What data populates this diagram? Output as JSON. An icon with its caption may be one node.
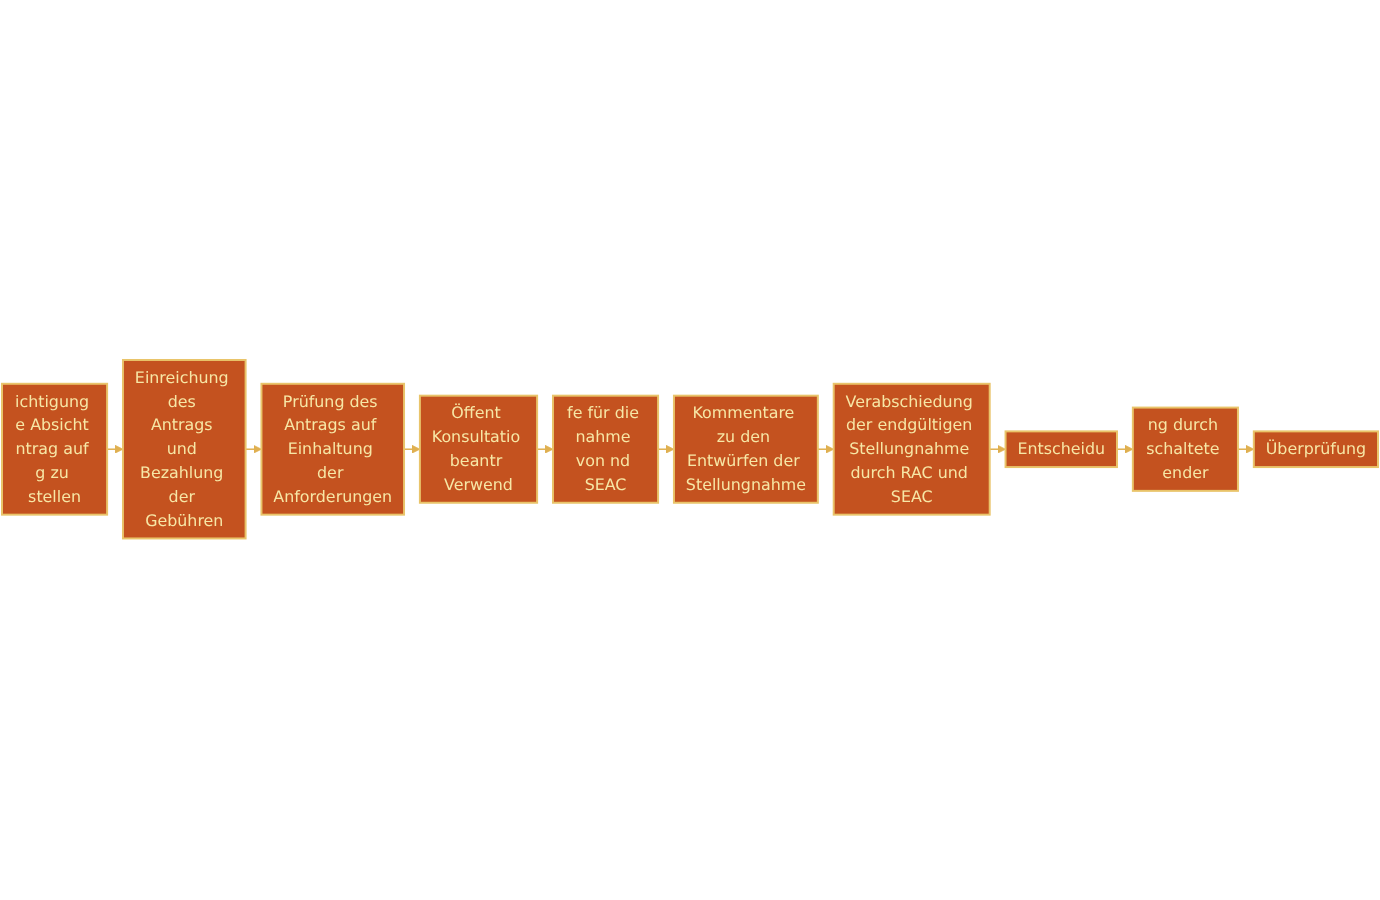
{
  "diagram": {
    "nodes": [
      {
        "text": [
          "ichtigung e Absicht ntrag auf g zu stellen"
        ]
      },
      {
        "text": [
          "Einreichung des Antrags und Bezahlung der Gebühren"
        ]
      },
      {
        "text": [
          "Prüfung des Antrags auf Einhaltung der Anforderungen"
        ]
      },
      {
        "text": [
          "Öffent Konsultatio beantr Verwend"
        ]
      },
      {
        "text": [
          "fe für die nahme von nd SEAC"
        ]
      },
      {
        "text": [
          "Kommentare zu den Entwürfen der Stellungnahme"
        ]
      },
      {
        "text": [
          "Verabschiedung der endgültigen Stellungnahme durch RAC und SEAC"
        ]
      },
      {
        "text": [
          "Entscheidu"
        ]
      },
      {
        "text": [
          "ng durch schaltete ender"
        ]
      },
      {
        "text": [
          "Überprüfung"
        ]
      }
    ],
    "edges": [
      {
        "from": 0,
        "to": 1,
        "arrow": "to"
      },
      {
        "from": 1,
        "to": 2,
        "arrow": "to"
      },
      {
        "from": 2,
        "to": 3,
        "arrow": "to"
      },
      {
        "from": 3,
        "to": 4,
        "arrow": "to"
      },
      {
        "from": 4,
        "to": 5,
        "arrow": "to"
      },
      {
        "from": 5,
        "to": 6,
        "arrow": "to"
      },
      {
        "from": 6,
        "to": 7,
        "arrow": "to"
      },
      {
        "from": 7,
        "to": 8,
        "arrow": "to"
      },
      {
        "from": 8,
        "to": 9,
        "arrow": "to"
      }
    ]
  }
}
